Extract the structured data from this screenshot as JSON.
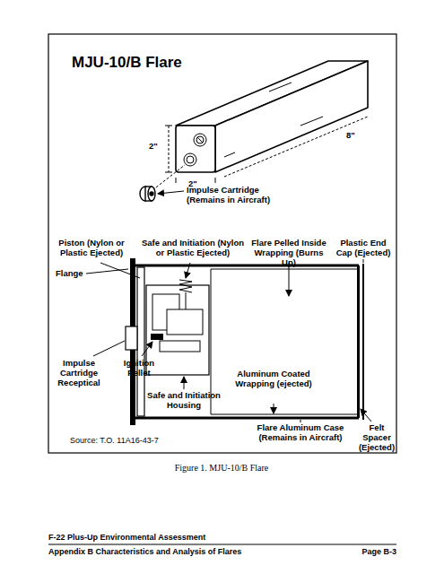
{
  "diagram": {
    "title": "MJU-10/B Flare",
    "caption": "Figure 1. MJU-10/B Flare",
    "labels": [
      "2\"",
      "2\"",
      "8\"",
      "Impulse Cartridge (Remains in Aircraft)",
      "Piston (Nylon or Plastic Ejected)",
      "Safe and Initiation (Nylon or Plastic Ejected)",
      "Flare Pelled Inside Wrapping (Burns Up)",
      "Plastic End Cap (Ejected)",
      "Flange",
      "Impulse Cartridge Receptical",
      "Ignition Pellet",
      "Safe and Initiation Housing",
      "Aluminum Coated Wrapping (ejected)",
      "Flare Aluminum Case (Remains in Aircraft)",
      "Felt Spacer (Ejected)",
      "Source: T.O. 11A16-43-7",
      "F-22 Plus-Up Environmental Assessment",
      "Appendix B Characteristics and Analysis of Flares",
      "Page B-3"
    ]
  }
}
